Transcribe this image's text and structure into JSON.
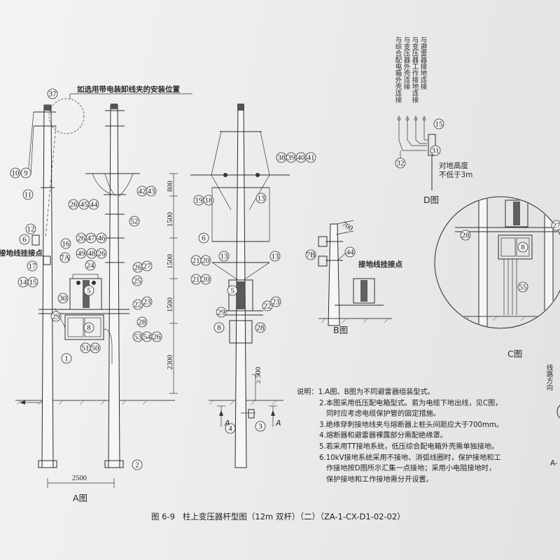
{
  "caption": {
    "fig_no": "图 6-9",
    "title": "柱上变压器杆型图（12m 双杆）（二）（ZA-1-CX-D1-02-02）"
  },
  "labels": {
    "clamp_position": "如选用带电装卸线夹的安装位置",
    "ground_hook_left": "接地线挂接点",
    "ground_hook_b": "接地线挂接点",
    "view_a": "A图",
    "view_b": "B图",
    "view_c": "C图",
    "view_d": "D图",
    "height_note_1": "对地高度",
    "height_note_2": "不低于3m",
    "d_col_1": "与综合配电箱外壳连接",
    "d_col_2": "与变压器外壳连接",
    "d_col_3": "与变压器工作接地连接",
    "d_col_4": "与避雷器接地连接",
    "right_edge_1": "线路方向",
    "right_edge_2": "A-"
  },
  "dimensions": {
    "d800": "800",
    "d1500a": "1500",
    "d1500b": "1500",
    "d1500c": "1500",
    "d2300": "2300",
    "d2500": "2500",
    "d700": "700",
    "d500": "500",
    "ge500": "≥"
  },
  "section_marks": {
    "left": "A",
    "right": "A"
  },
  "markers": {
    "m1": "1",
    "m2": "2",
    "m3": "3",
    "m4": "4",
    "m5a": "5",
    "m5b": "5",
    "m6a": "6",
    "m6b": "6",
    "m7a": "7A",
    "m7b": "7B",
    "m8a": "8",
    "m8b": "8",
    "m8c": "8",
    "m10": "10",
    "m9": "9",
    "m11": "11",
    "m12": "12",
    "m13a": "13",
    "m13b": "13",
    "m13c": "13",
    "m14": "14",
    "m15a": "15",
    "m15b": "15",
    "m16": "16",
    "m17": "17",
    "m18": "18",
    "m19": "19",
    "m20a": "20",
    "m20b": "20",
    "m21a": "21",
    "m21b": "21",
    "m22a": "22",
    "m22b": "22",
    "m23a": "23",
    "m23b": "23",
    "m24": "24",
    "m25": "25",
    "m26a": "26",
    "m26b": "26",
    "m26c": "26",
    "m26d": "26",
    "m27": "27",
    "m28a": "28",
    "m28b": "28",
    "m28c": "28",
    "m29a": "29",
    "m29b": "29",
    "m30": "30",
    "m31": "31",
    "m32": "32",
    "m37": "37",
    "m38": "38",
    "m39": "39",
    "m40": "40",
    "m41": "41",
    "m42": "42",
    "m43": "43",
    "m44a": "44",
    "m44b": "44",
    "m45": "45",
    "m46": "46",
    "m47": "47",
    "m48": "48",
    "m49": "49",
    "m50": "50",
    "m51": "51",
    "m52": "52",
    "m53": "53",
    "m54": "54",
    "m55": "55",
    "m27r": "27"
  },
  "notes": {
    "title": "说明：",
    "items": [
      "1.A图、B图为不同避雷器组装型式。",
      "2.本图采用低压配电箱型式。若为电缆下地出线，见C图，",
      "同时应考虑电缆保护管的固定措施。",
      "3.绝缘穿刺接地线夹与熔断器上桩头间距应大于700mm。",
      "4.熔断器和避雷器裸露部分需配绝缘罩。",
      "5.若采用TT接地系统，低压综合配电箱外壳需单独接地。",
      "6.10kV接地系统采用不接地、消弧线圈时，保护接地和工",
      "作接地按D图所示汇集一点接地；采用小电阻接地时，",
      "保护接地和工作接地需分开设置。"
    ]
  }
}
